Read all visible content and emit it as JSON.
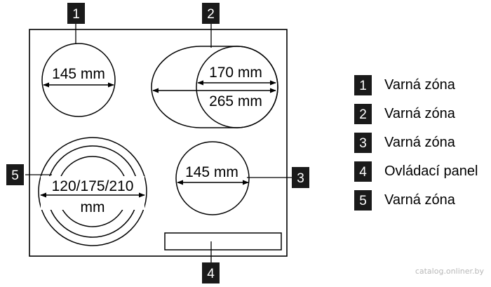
{
  "zones": {
    "zone1": {
      "dimension": "145 mm"
    },
    "zone2": {
      "inner_dimension": "170 mm",
      "outer_dimension": "265 mm"
    },
    "zone3": {
      "dimension": "145 mm"
    },
    "zone5": {
      "dimension_line1": "120/175/210",
      "dimension_line2": "mm"
    }
  },
  "callouts": [
    "1",
    "2",
    "3",
    "4",
    "5"
  ],
  "legend": [
    {
      "number": "1",
      "label": "Varná zóna"
    },
    {
      "number": "2",
      "label": "Varná zóna"
    },
    {
      "number": "3",
      "label": "Varná zóna"
    },
    {
      "number": "4",
      "label": "Ovládací panel"
    },
    {
      "number": "5",
      "label": "Varná zóna"
    }
  ],
  "watermark": "catalog.onliner.by"
}
